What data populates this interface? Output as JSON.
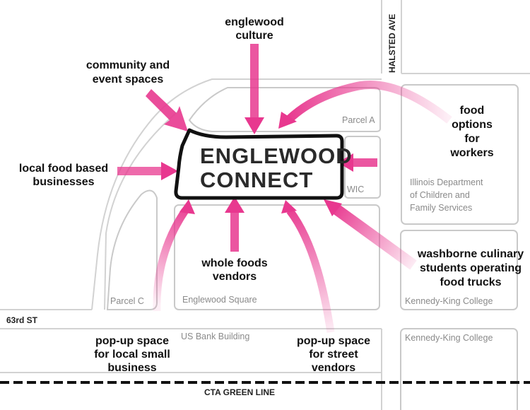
{
  "hub": {
    "line1": "ENGLEWOOD",
    "line2": "CONNECT"
  },
  "places": {
    "parcel_a": "Parcel A",
    "wic": "WIC",
    "illinois_dept": [
      "Illinois Department",
      "of Children and",
      "Family Services"
    ],
    "parcel_c": "Parcel C",
    "englewood_square": "Englewood Square",
    "kennedy_king_1": "Kennedy-King College",
    "kennedy_king_2": "Kennedy-King College",
    "us_bank": "US Bank Building"
  },
  "streets": {
    "halsted": "HALSTED AVE",
    "sixty_third": "63rd ST",
    "cta": "CTA GREEN LINE"
  },
  "labels": {
    "englewood_culture": [
      "englewood",
      "culture"
    ],
    "community_event": [
      "community and",
      "event spaces"
    ],
    "local_food": [
      "local food based",
      "businesses"
    ],
    "food_options": [
      "food",
      "options",
      "for",
      "workers"
    ],
    "whole_foods": [
      "whole foods",
      "vendors"
    ],
    "washborne": [
      "washborne culinary",
      "students operating",
      "food trucks"
    ],
    "popup_local": [
      "pop-up space",
      "for local small",
      "business"
    ],
    "popup_street": [
      "pop-up space",
      "for street",
      "vendors"
    ]
  },
  "colors": {
    "arrow": "#e8388f",
    "hub_outline": "#111111",
    "block_outline": "#c9c9c9",
    "rail": "#111111"
  }
}
